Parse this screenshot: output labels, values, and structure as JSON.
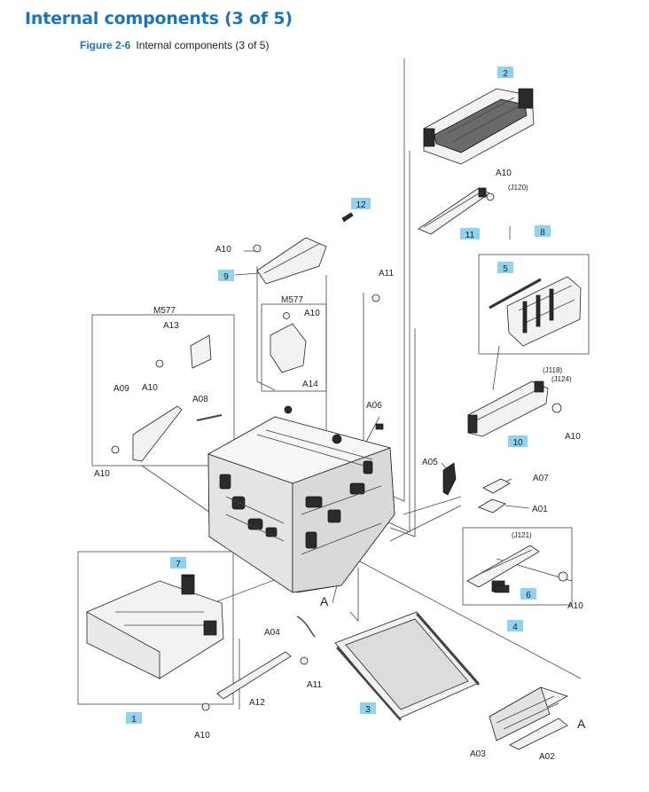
{
  "page_title": "Internal components (3 of 5)",
  "figure": {
    "number": "Figure 2-6",
    "caption": "Internal components (3 of 5)"
  },
  "colors": {
    "title": "#1a75bc",
    "callout_fill": "#8fd3ef"
  },
  "callouts": [
    "1",
    "2",
    "3",
    "4",
    "5",
    "6",
    "7",
    "8",
    "9",
    "10",
    "11",
    "12"
  ],
  "refs": {
    "a01": "A01",
    "a02": "A02",
    "a03": "A03",
    "a04": "A04",
    "a05": "A05",
    "a06": "A06",
    "a07": "A07",
    "a08": "A08",
    "a09": "A09",
    "a10": "A10",
    "a11": "A11",
    "a12": "A12",
    "a13": "A13",
    "a14": "A14",
    "view_a": "A"
  },
  "model_labels": {
    "m577": "M577"
  },
  "connectors": {
    "j118": "(J118)",
    "j120": "(J120)",
    "j121": "(J121)",
    "j124": "(J124)"
  }
}
